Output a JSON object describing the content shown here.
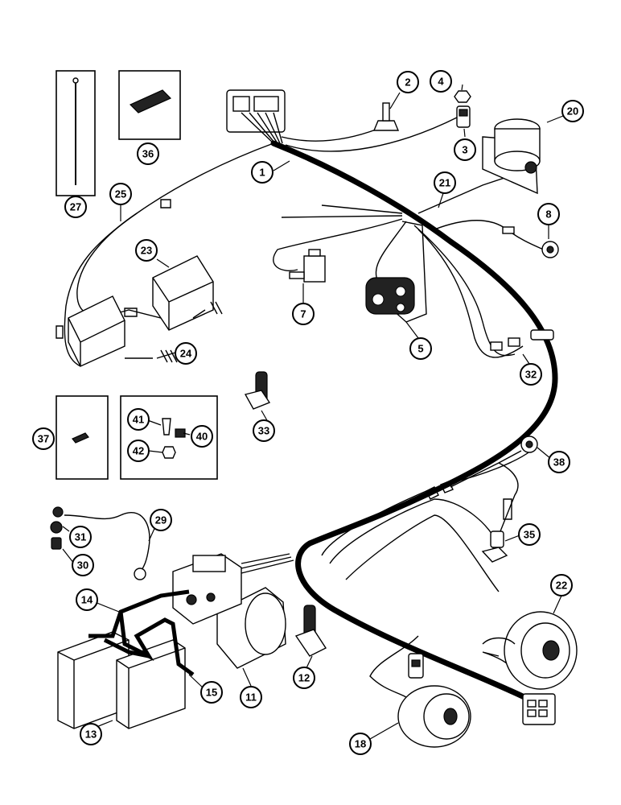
{
  "callouts": [
    {
      "id": "c1",
      "label": "1"
    },
    {
      "id": "c2",
      "label": "2"
    },
    {
      "id": "c3",
      "label": "3"
    },
    {
      "id": "c4",
      "label": "4"
    },
    {
      "id": "c5",
      "label": "5"
    },
    {
      "id": "c7",
      "label": "7"
    },
    {
      "id": "c8",
      "label": "8"
    },
    {
      "id": "c11",
      "label": "11"
    },
    {
      "id": "c12",
      "label": "12"
    },
    {
      "id": "c13",
      "label": "13"
    },
    {
      "id": "c14",
      "label": "14"
    },
    {
      "id": "c15",
      "label": "15"
    },
    {
      "id": "c18",
      "label": "18"
    },
    {
      "id": "c20",
      "label": "20"
    },
    {
      "id": "c21",
      "label": "21"
    },
    {
      "id": "c22",
      "label": "22"
    },
    {
      "id": "c23",
      "label": "23"
    },
    {
      "id": "c24",
      "label": "24"
    },
    {
      "id": "c25",
      "label": "25"
    },
    {
      "id": "c27",
      "label": "27"
    },
    {
      "id": "c29",
      "label": "29"
    },
    {
      "id": "c30",
      "label": "30"
    },
    {
      "id": "c31",
      "label": "31"
    },
    {
      "id": "c32",
      "label": "32"
    },
    {
      "id": "c33",
      "label": "33"
    },
    {
      "id": "c35",
      "label": "35"
    },
    {
      "id": "c36",
      "label": "36"
    },
    {
      "id": "c37",
      "label": "37"
    },
    {
      "id": "c38",
      "label": "38"
    },
    {
      "id": "c40",
      "label": "40"
    },
    {
      "id": "c41",
      "label": "41"
    },
    {
      "id": "c42",
      "label": "42"
    }
  ]
}
